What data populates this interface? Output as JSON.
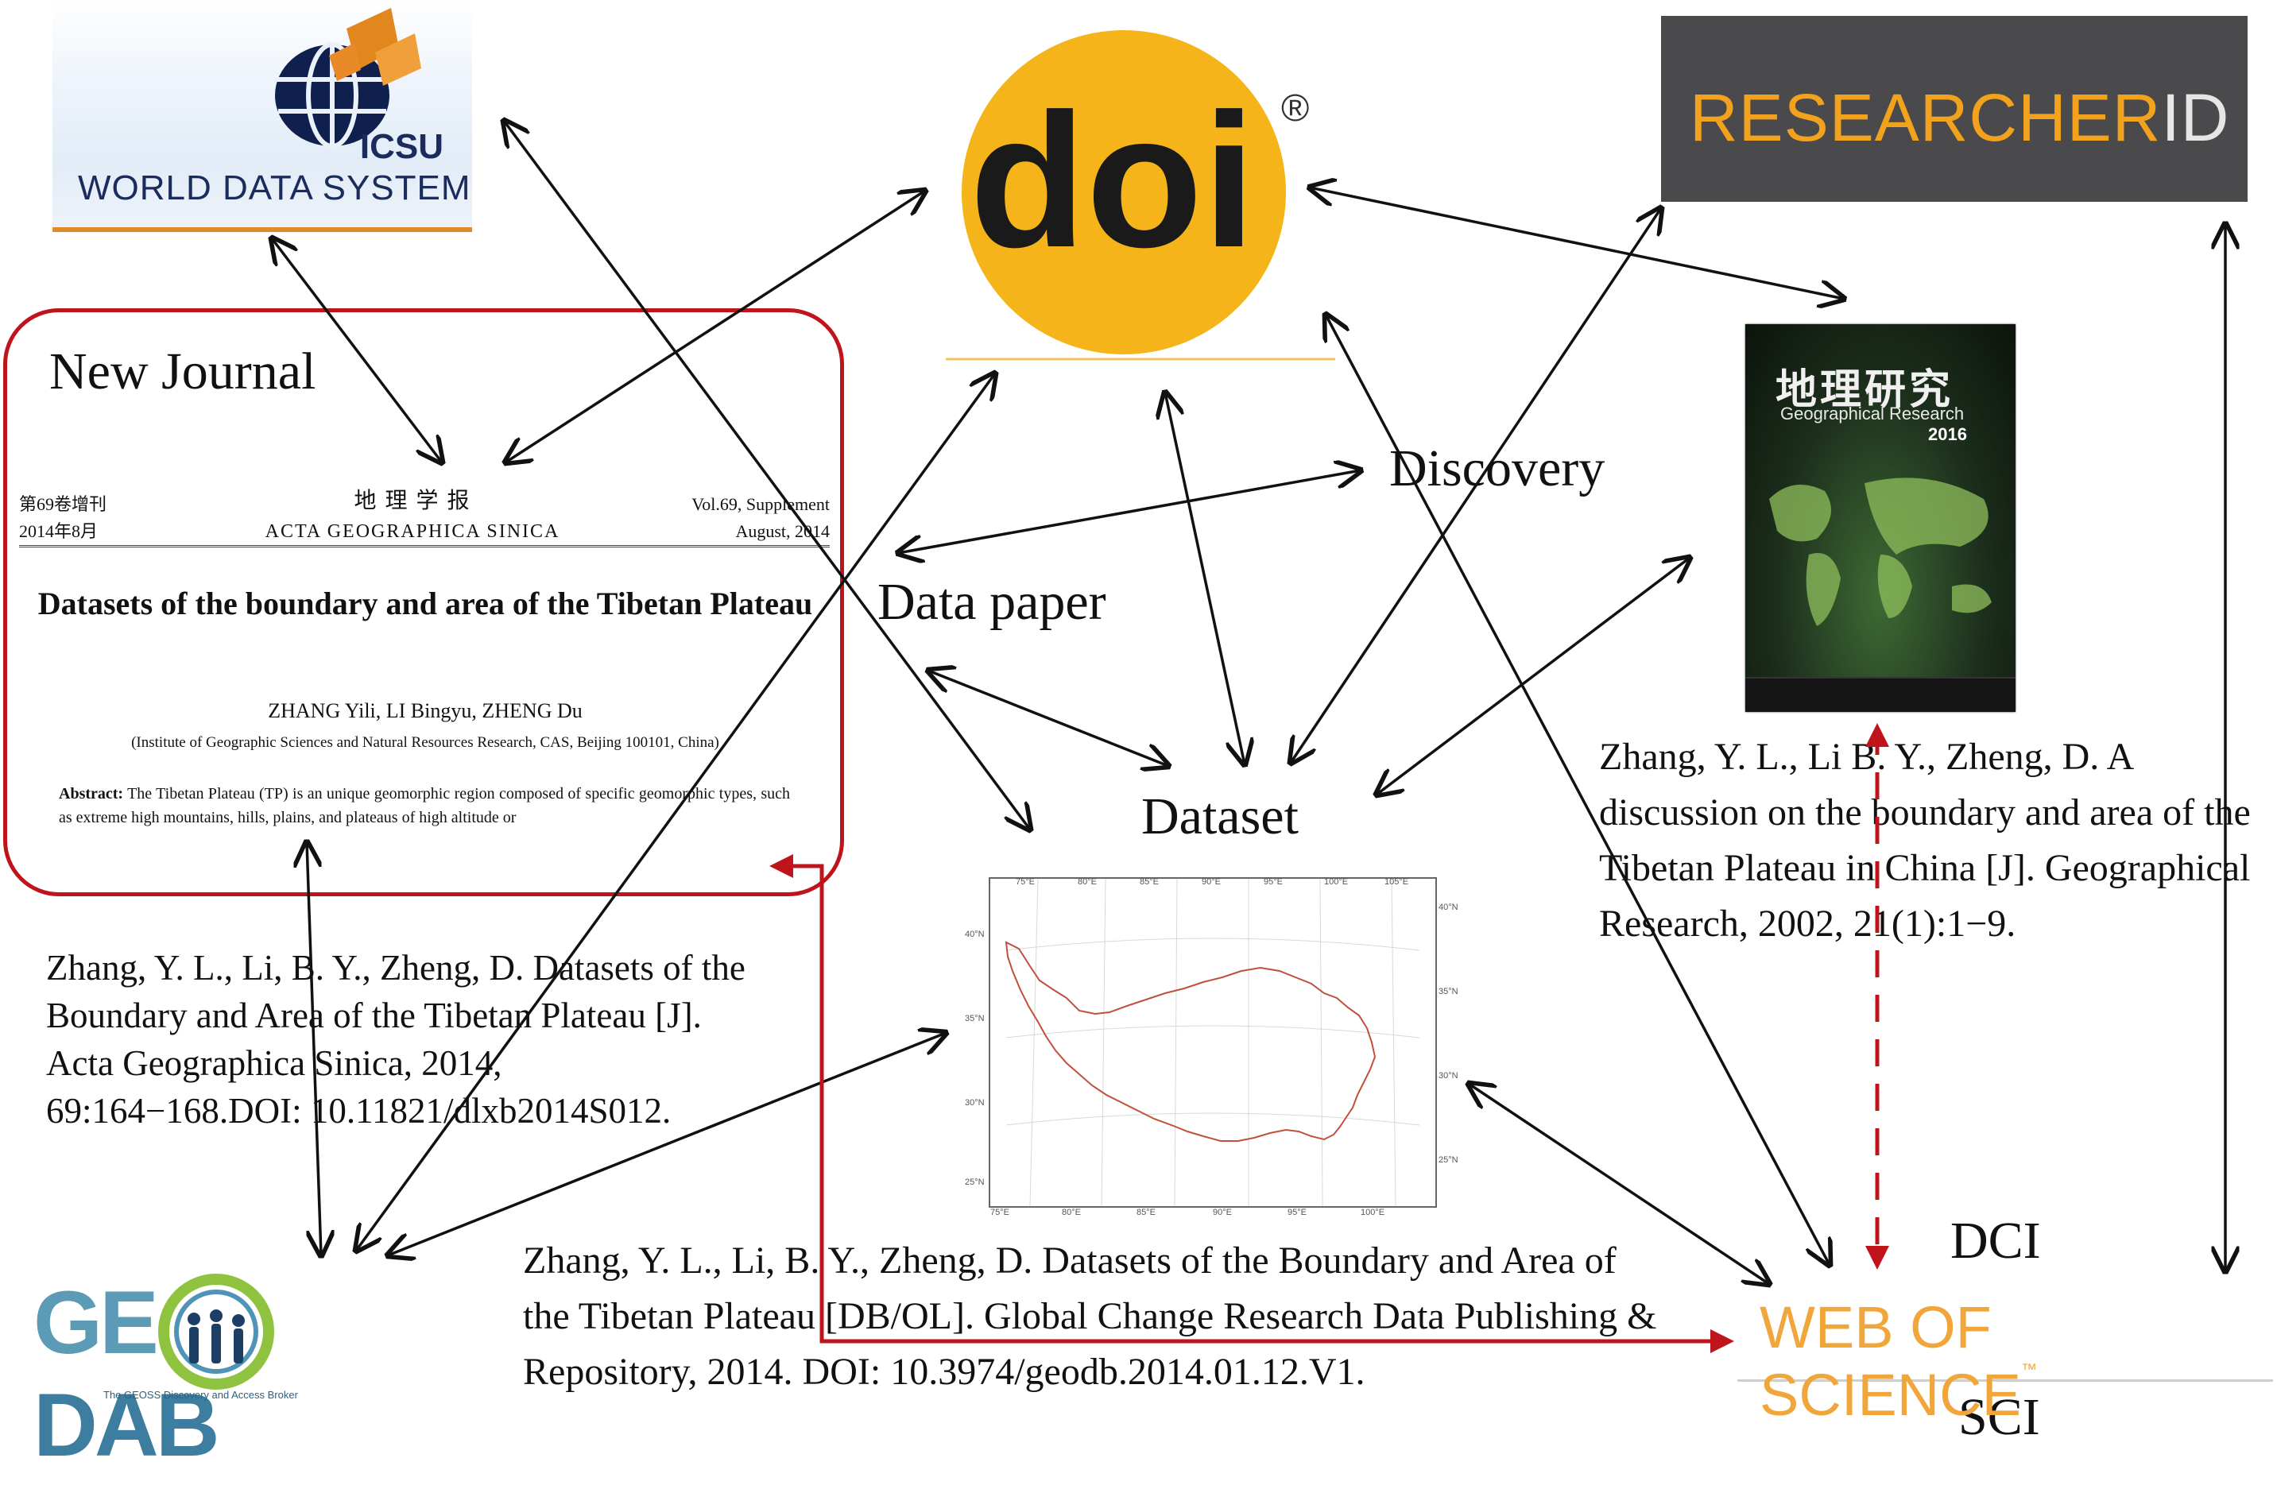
{
  "logos": {
    "icsu": "ICSU",
    "world_data_system": "WORLD DATA SYSTEM",
    "doi": "doi",
    "doi_registered": "®",
    "researcherid_part1": "RESEARCHER",
    "researcherid_part2": "ID",
    "web_of_science": "WEB OF SCIENCE",
    "wos_tm": "™",
    "geodab": "GEODAB",
    "geodab_subtitle": "The GEOSS Discovery and Access Broker"
  },
  "journal_cover": {
    "title_cn": "地理研究",
    "title_en": "Geographical Research",
    "year": "2016"
  },
  "new_journal": {
    "label": "New Journal",
    "volume_cn": "第69卷增刊",
    "date_cn": "2014年8月",
    "journal_cn": "地 理 学 报",
    "journal_en": "ACTA GEOGRAPHICA SINICA",
    "volume_en": "Vol.69, Supplement",
    "date_en": "August, 2014",
    "article_title": "Datasets of the boundary and area of the Tibetan Plateau",
    "authors": "ZHANG Yili,  LI Bingyu,  ZHENG Du",
    "affiliation": "(Institute of Geographic Sciences and Natural Resources Research, CAS, Beijing 100101, China)",
    "abstract_label": "Abstract:",
    "abstract_text": "The Tibetan Plateau (TP) is an unique geomorphic region composed of specific geomorphic types, such as extreme high mountains, hills, plains, and plateaus of high altitude or"
  },
  "labels": {
    "data_paper": "Data paper",
    "discovery": "Discovery",
    "dataset": "Dataset",
    "dci": "DCI",
    "sci": "SCI"
  },
  "citations": {
    "left": "Zhang,  Y. L., Li, B. Y., Zheng,  D. Datasets of the Boundary  and Area of the Tibetan Plateau [J]. Acta Geographica Sinica, 2014, 69:164−168.DOI: 10.11821/dlxb2014S012.",
    "bottom": "Zhang, Y. L., Li, B. Y., Zheng, D. Datasets  of the Boundary and Area of the Tibetan Plateau [DB/OL]. Global Change Research Data Publishing & Repository, 2014. DOI: 10.3974/geodb.2014.01.12.V1.",
    "right": "Zhang, Y. L., Li B. Y., Zheng, D. A discussion  on the boundary and area of the Tibetan Plateau in China [J]. Geographical Research, 2002, 21(1):1−9."
  },
  "map": {
    "top_ticks": [
      "75°E",
      "80°E",
      "85°E",
      "90°E",
      "95°E",
      "100°E",
      "105°E"
    ],
    "left_ticks": [
      "40°N",
      "35°N",
      "30°N",
      "25°N"
    ],
    "right_ticks": [
      "40°N",
      "35°N",
      "30°N",
      "25°N"
    ],
    "bottom_ticks": [
      "75°E",
      "80°E",
      "85°E",
      "90°E",
      "95°E",
      "100°E"
    ]
  },
  "colors": {
    "red_highlight": "#c0141c",
    "doi_yellow": "#f4b41a",
    "researcherid_bg": "#4a4a4c",
    "researcherid_orange": "#f2a21d",
    "wos_orange": "#f0a63a"
  }
}
